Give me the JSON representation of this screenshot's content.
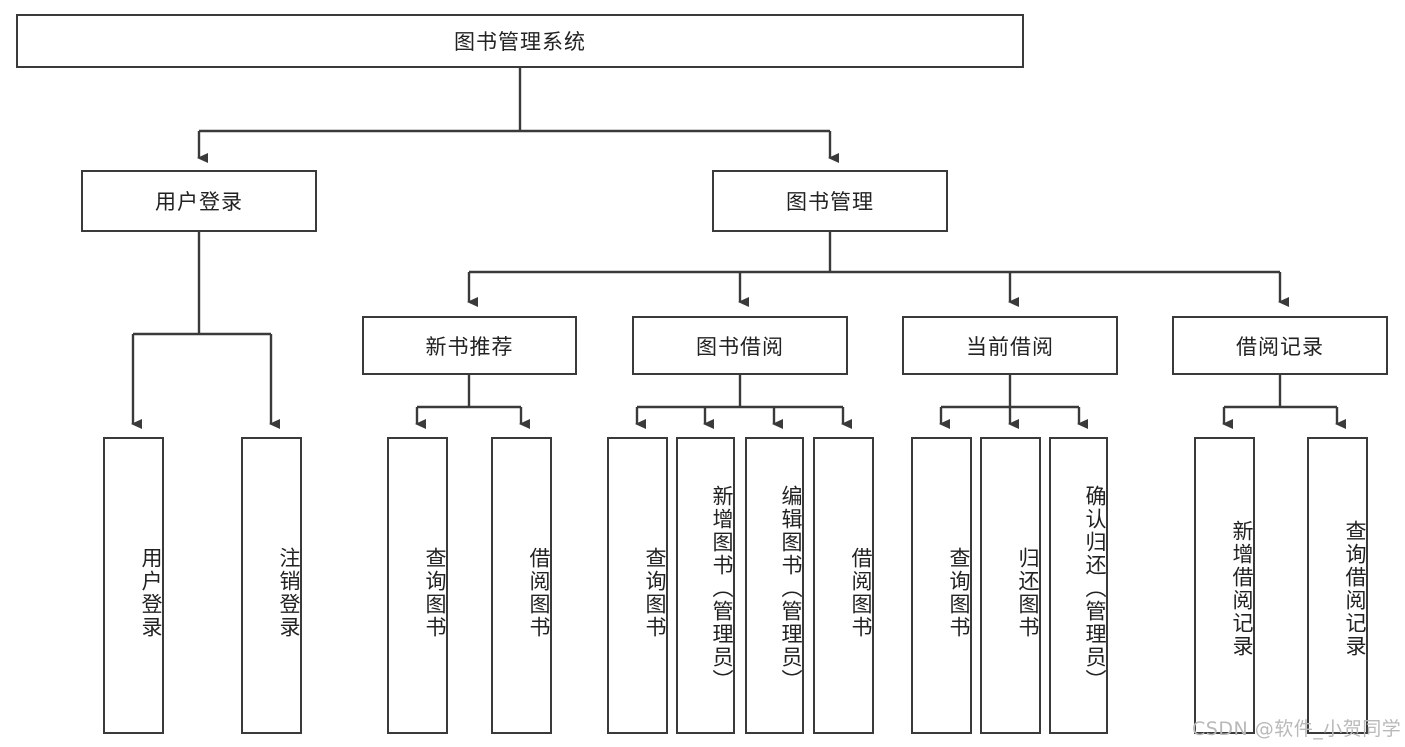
{
  "diagram": {
    "type": "tree-hierarchy",
    "title": "图书管理系统",
    "root": {
      "label": "图书管理系统"
    },
    "level2": [
      {
        "label": "用户登录"
      },
      {
        "label": "图书管理"
      }
    ],
    "level3": [
      {
        "label": "新书推荐"
      },
      {
        "label": "图书借阅"
      },
      {
        "label": "当前借阅"
      },
      {
        "label": "借阅记录"
      }
    ],
    "leaves": {
      "user_login": [
        {
          "label": "用户登录"
        },
        {
          "label": "注销登录"
        }
      ],
      "new_book": [
        {
          "label": "查询图书"
        },
        {
          "label": "借阅图书"
        }
      ],
      "book_borrow": [
        {
          "label": "查询图书"
        },
        {
          "label": "新增图书（管理员）"
        },
        {
          "label": "编辑图书（管理员）"
        },
        {
          "label": "借阅图书"
        }
      ],
      "current_borrow": [
        {
          "label": "查询图书"
        },
        {
          "label": "归还图书"
        },
        {
          "label": "确认归还（管理员）"
        }
      ],
      "borrow_record": [
        {
          "label": "新增借阅记录"
        },
        {
          "label": "查询借阅记录"
        }
      ]
    }
  },
  "watermark": {
    "text": "CSDN @软件_小贺同学"
  },
  "colors": {
    "border": "#3a3a3a",
    "text": "#222222",
    "background": "#ffffff",
    "watermark": "#b9b9b9"
  }
}
